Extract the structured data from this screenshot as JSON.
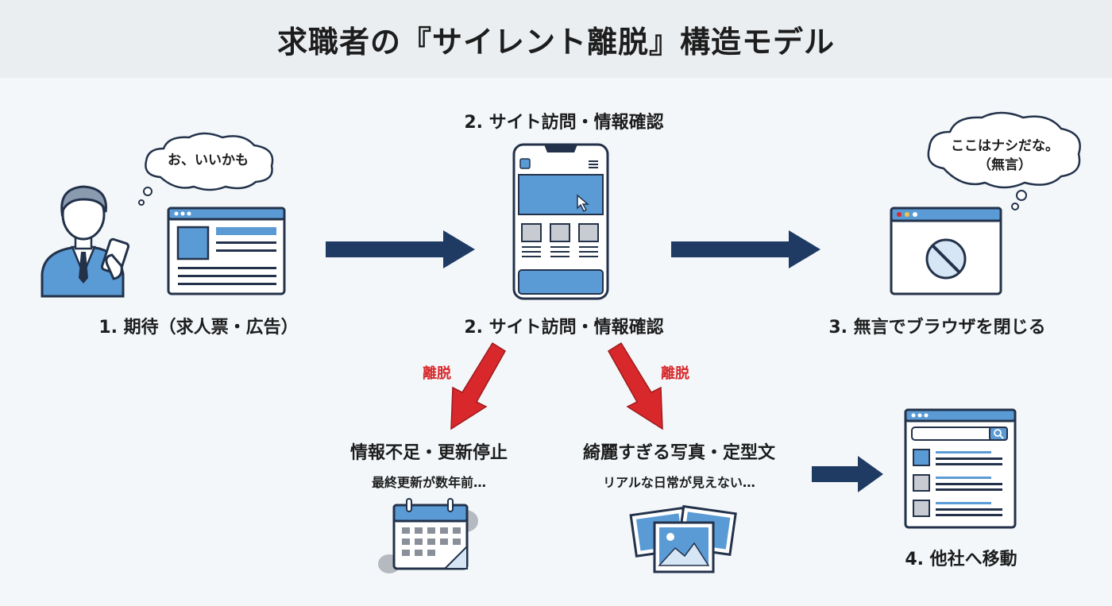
{
  "title": "求職者の『サイレント離脱』構造モデル",
  "steps": {
    "expectation": {
      "label": "1. 期待（求人票・広告）",
      "thought": "お、いいかも"
    },
    "visit": {
      "top_label": "2. サイト訪問・情報確認",
      "bottom_label": "2. サイト訪問・情報確認"
    },
    "close": {
      "label": "3. 無言でブラウザを閉じる",
      "thought_line1": "ここはナシだな。",
      "thought_line2": "（無言）"
    },
    "move": {
      "label": "4. 他社へ移動"
    }
  },
  "branches": [
    {
      "tag": "離脱",
      "title": "情報不足・更新停止",
      "subtitle": "最終更新が数年前…"
    },
    {
      "tag": "離脱",
      "title": "綺麗すぎる写真・定型文",
      "subtitle": "リアルな日常が見えない…"
    }
  ],
  "colors": {
    "navy": "#1f3b63",
    "accent_blue": "#5b9bd5",
    "light_blue": "#d6e6f5",
    "red": "#d8282b",
    "outline": "#23324a"
  },
  "icons": [
    "person-with-phone-icon",
    "browser-window-icon",
    "smartphone-icon",
    "prohibited-icon",
    "calendar-icon",
    "photos-icon",
    "search-results-icon"
  ]
}
